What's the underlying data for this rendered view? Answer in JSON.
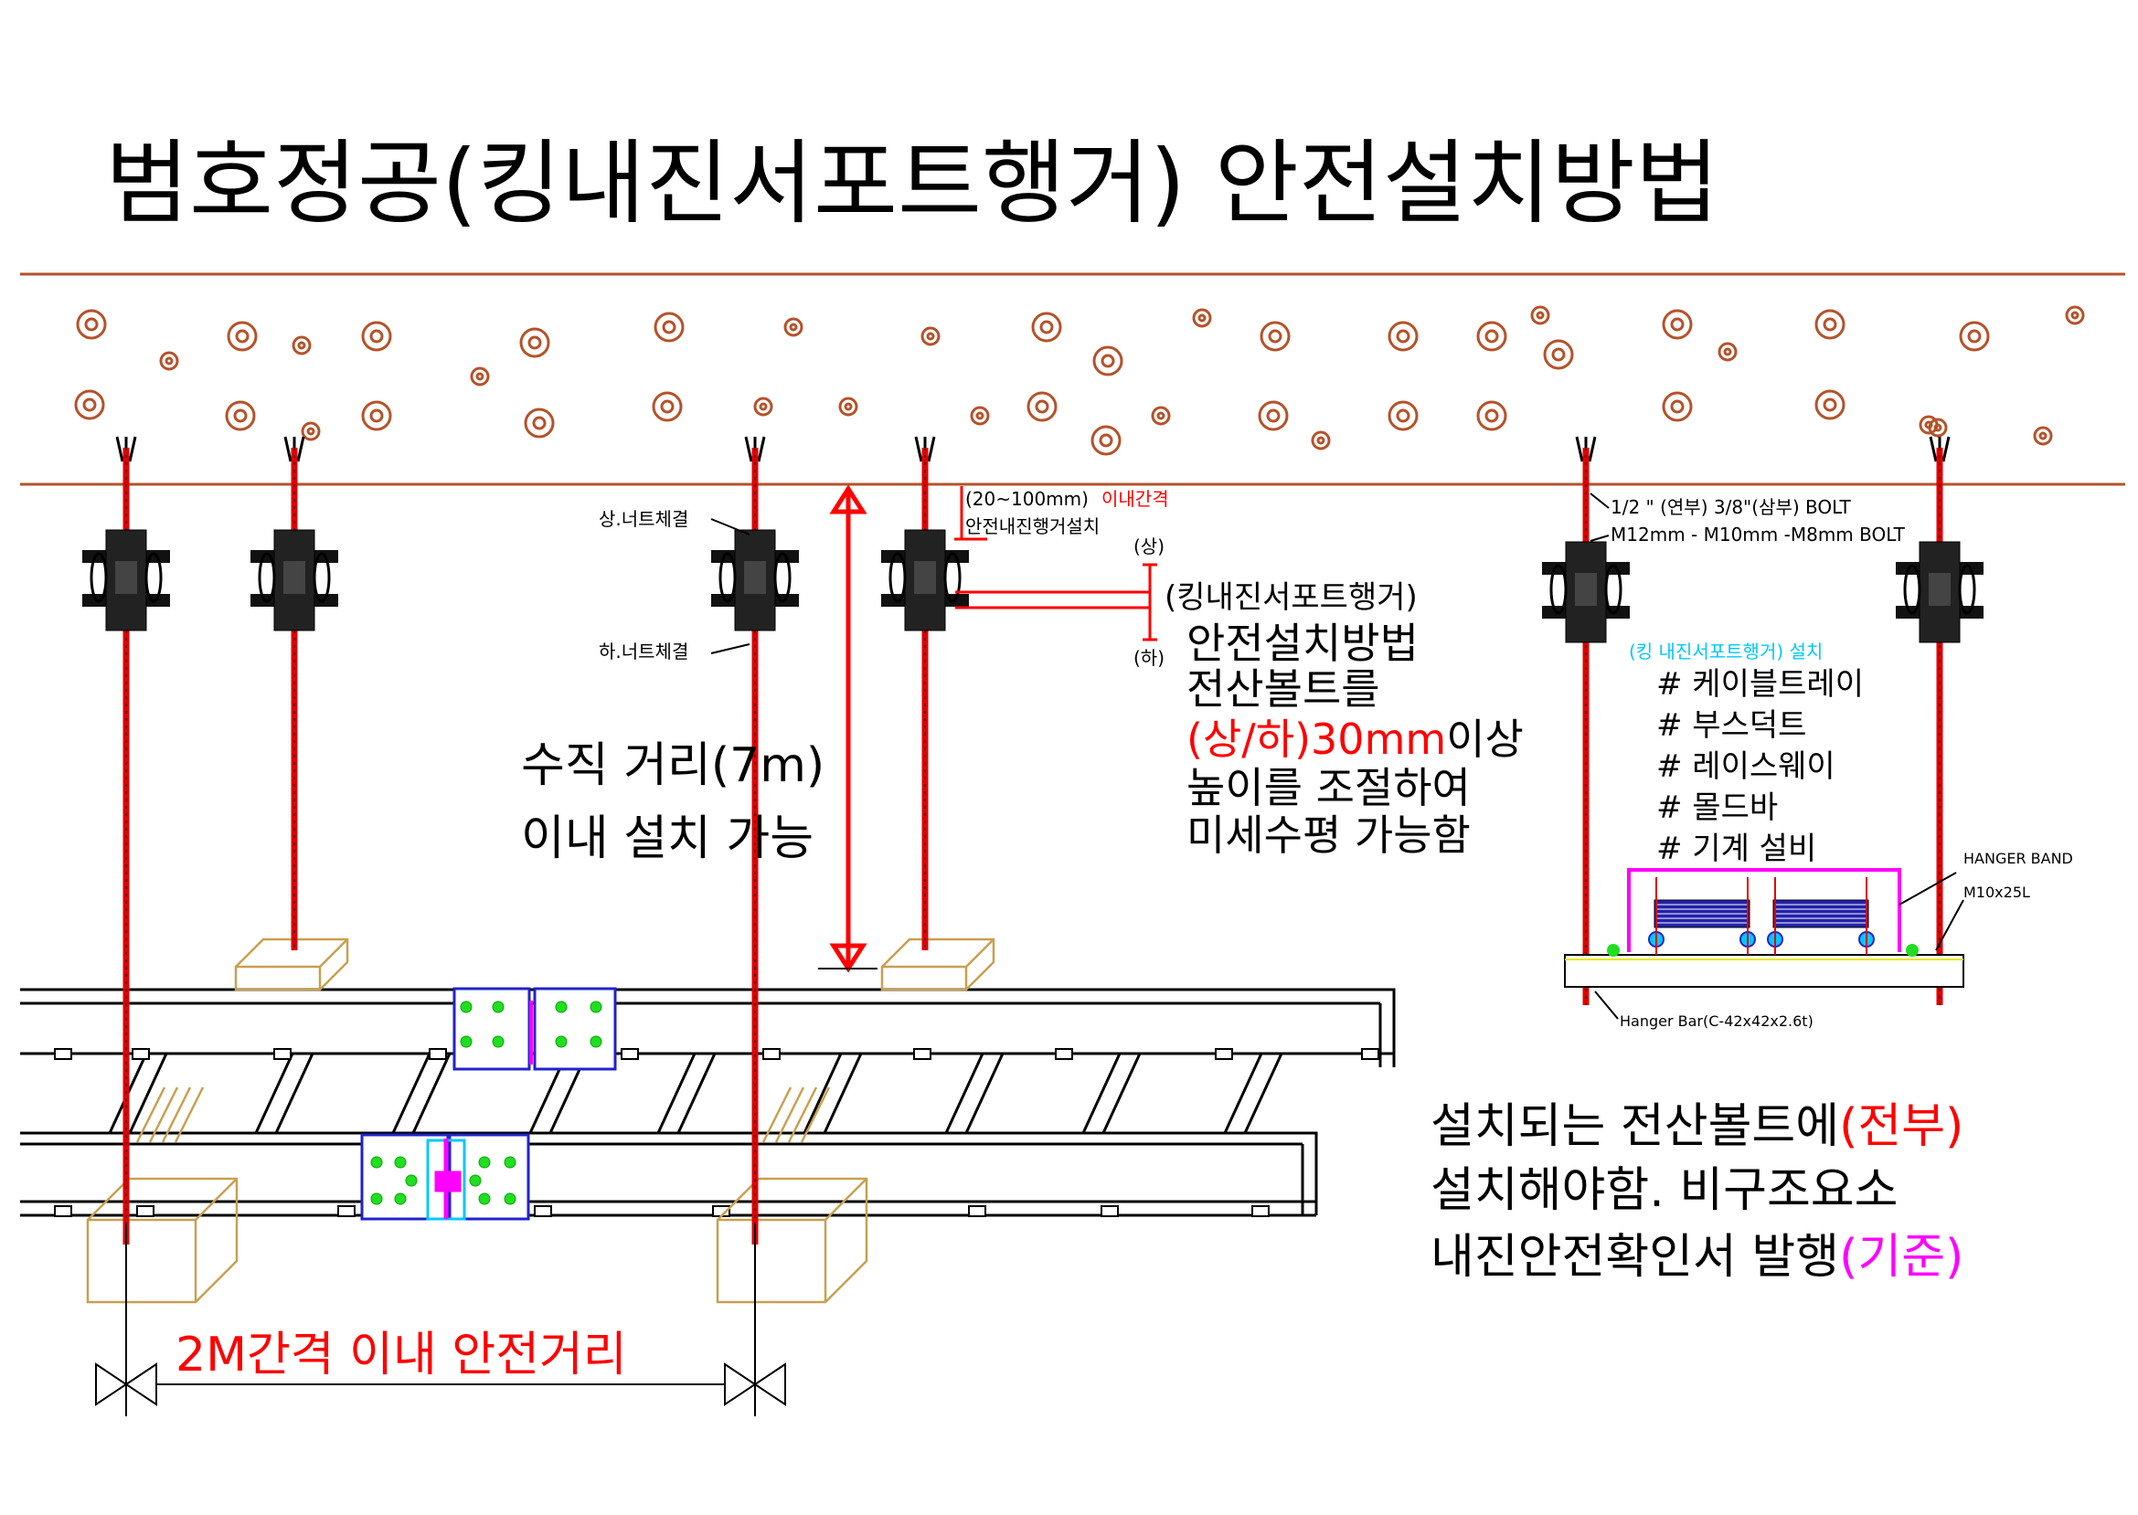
{
  "title": "범호정공(킹내진서포트행거) 안전설치방법",
  "colors": {
    "ceiling": "#b5522a",
    "rod": "#e00000",
    "dimension": "#ff0000",
    "accent": "#ff00ff",
    "pad": "#c8a050",
    "bolt": "#22dd22",
    "plate": "#2222cc",
    "cyan": "#00c8ff"
  },
  "labels": {
    "upper_nut": "상.너트체결",
    "lower_nut": "하.너트체결",
    "gap_range": "(20~100mm)",
    "gap_within": "이내간격",
    "gap_install": "안전내진행거설치",
    "upper": "(상)",
    "lower": "(하)",
    "hanger_name": "(킹내진서포트행거)",
    "method_line1": "안전설치방법",
    "method_line2": "전산볼트를",
    "method_line3_red": "(상/하)30mm",
    "method_line3_black": "이상",
    "method_line4": "높이를 조절하여",
    "method_line5": "미세수평 가능함",
    "vertical_line1": "수직 거리(7m)",
    "vertical_line2": "이내 설치 가능",
    "spacing": "2M간격 이내 안전거리",
    "bolt_spec1": "1/2 \" (연부)   3/8\"(삼부)  BOLT",
    "bolt_spec2": "M12mm - M10mm -M8mm BOLT",
    "install_header": "(킹 내진서포트행거) 설치",
    "install_items": [
      "# 케이블트레이",
      "# 부스덕트",
      "# 레이스웨이",
      "# 몰드바",
      "# 기계 설비"
    ],
    "hanger_band": "HANGER BAND",
    "bolt_size": "M10x25L",
    "hanger_bar": "Hanger Bar(C-42x42x2.6t)",
    "note_line1_black": "설치되는 전산볼트에",
    "note_line1_red": "(전부)",
    "note_line2": "설치해야함. 비구조요소",
    "note_line3_black": "내진안전확인서 발행",
    "note_line3_mag": "(기준)"
  }
}
